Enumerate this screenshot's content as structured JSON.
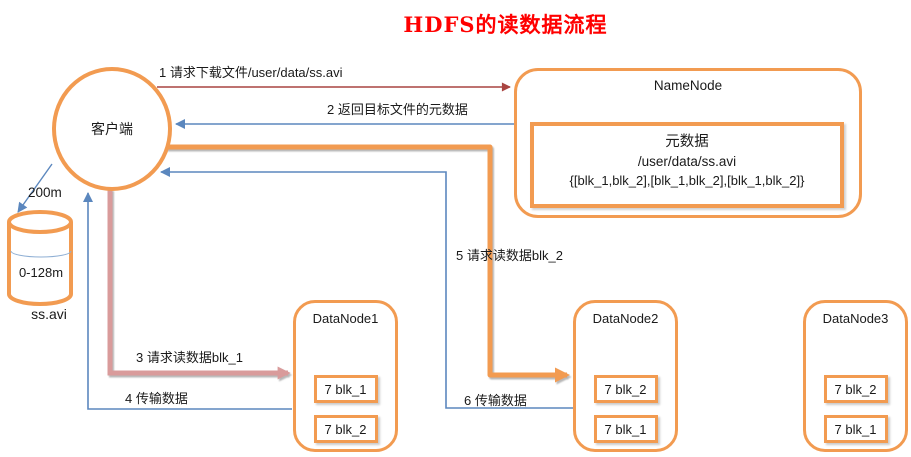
{
  "title": "HDFS的读数据流程",
  "colors": {
    "accent_orange": "#F29B51",
    "arrow_blue": "#5B87BE",
    "arrow_dark_red": "#A94441",
    "arrow_pink": "#D99B9B",
    "title_red": "#FF0000"
  },
  "client": {
    "label": "客户端"
  },
  "file": {
    "size": "200m",
    "range": "0-128m",
    "name": "ss.avi"
  },
  "namenode": {
    "title": "NameNode",
    "metadata": {
      "title": "元数据",
      "path": "/user/data/ss.avi",
      "blocks": "{[blk_1,blk_2],[blk_1,blk_2],[blk_1,blk_2]}"
    }
  },
  "datanodes": [
    {
      "name": "DataNode1",
      "blocks": [
        "7 blk_1",
        "7 blk_2"
      ]
    },
    {
      "name": "DataNode2",
      "blocks": [
        "7 blk_2",
        "7 blk_1"
      ]
    },
    {
      "name": "DataNode3",
      "blocks": [
        "7 blk_2",
        "7 blk_1"
      ]
    }
  ],
  "steps": [
    "1 请求下载文件/user/data/ss.avi",
    "2 返回目标文件的元数据",
    "3 请求读数据blk_1",
    "4 传输数据",
    "5 请求读数据blk_2",
    "6 传输数据"
  ]
}
